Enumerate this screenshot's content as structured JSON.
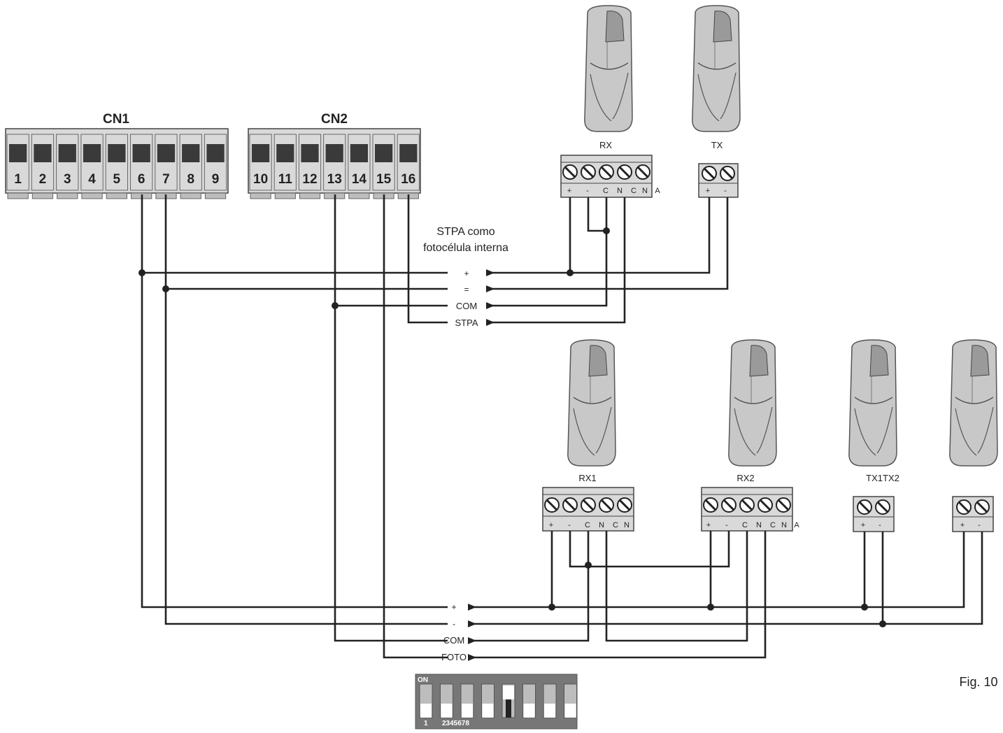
{
  "connectors": {
    "cn1": {
      "label": "CN1",
      "pins": [
        "1",
        "2",
        "3",
        "4",
        "5",
        "6",
        "7",
        "8",
        "9"
      ]
    },
    "cn2": {
      "label": "CN2",
      "pins": [
        "10",
        "11",
        "12",
        "13",
        "14",
        "15",
        "16"
      ]
    }
  },
  "note": {
    "line1": "STPA como",
    "line2": "fotocélula interna"
  },
  "upper_bus": [
    "+",
    "=",
    "COM",
    "STPA"
  ],
  "lower_bus": [
    "+",
    "-",
    "COM",
    "FOTO"
  ],
  "devices": {
    "rx": {
      "label": "RX",
      "terminals": [
        "+",
        "-",
        "C",
        "N",
        "C",
        "N",
        "A"
      ]
    },
    "tx": {
      "label": "TX",
      "terminals": [
        "+",
        "-"
      ]
    },
    "rx1": {
      "label": "RX1",
      "terminals": [
        "+",
        "-",
        "C",
        "N",
        "C",
        "N"
      ]
    },
    "rx2": {
      "label": "RX2",
      "terminals": [
        "+",
        "-",
        "C",
        "N",
        "C",
        "N",
        "A"
      ]
    },
    "tx12": {
      "label": "TX1TX2"
    },
    "tx1": {
      "terminals": [
        "+",
        "-"
      ]
    },
    "tx2": {
      "terminals": [
        "+",
        "-"
      ]
    }
  },
  "dip": {
    "on_label": "ON",
    "num1": "1",
    "num_rest": "2345678"
  },
  "figure_label": "Fig. 10",
  "colors": {
    "line": "#222222",
    "terminal_fill": "#d9d9d9",
    "sensor_fill": "#c8c8c8",
    "dip_bg": "#777777",
    "pin_window": "#3a3a3a"
  }
}
